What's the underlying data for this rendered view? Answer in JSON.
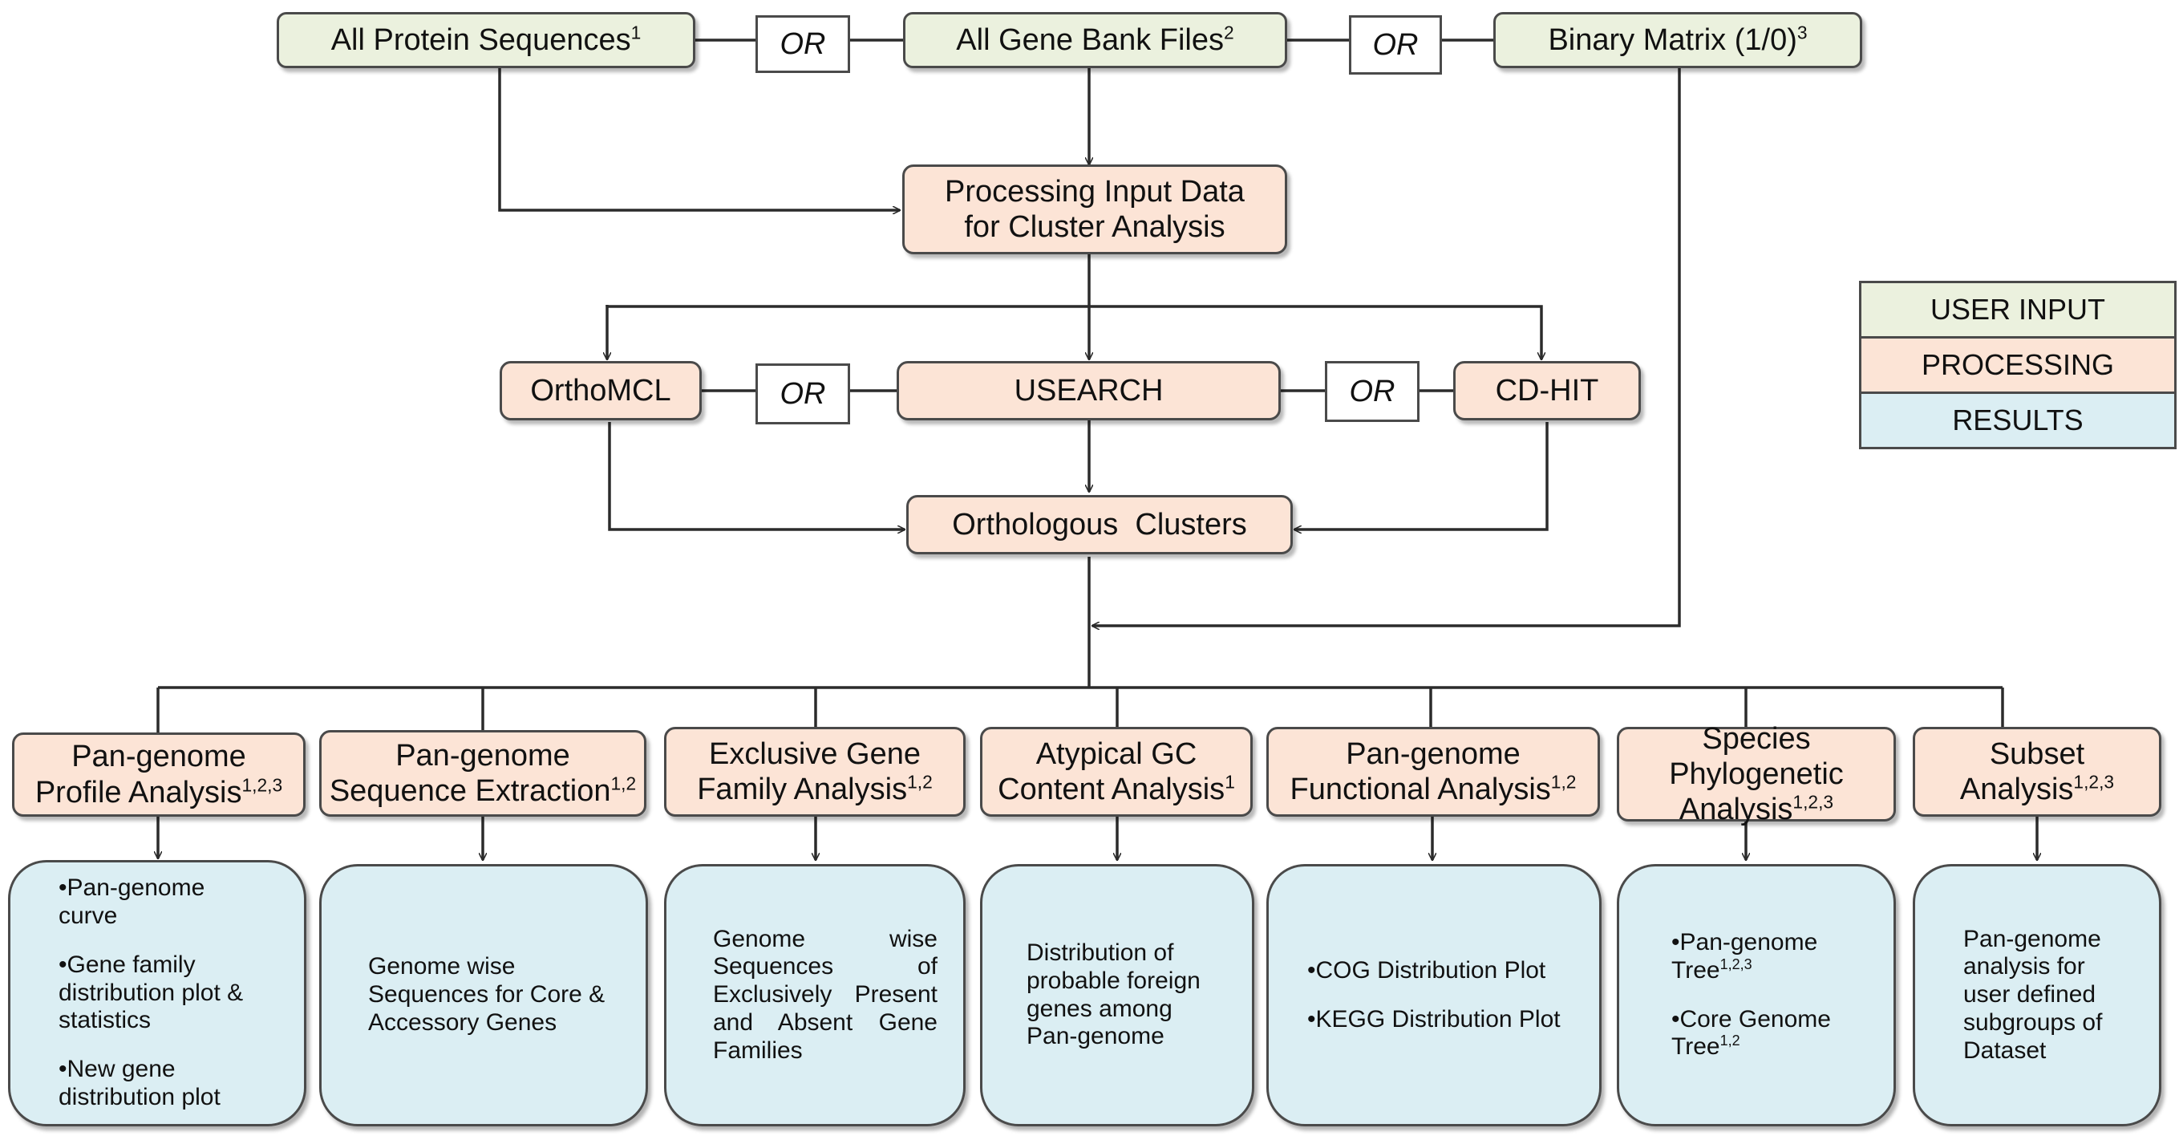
{
  "inputs": {
    "protein": {
      "label": "All Protein Sequences",
      "sup": "1"
    },
    "genebank": {
      "label": "All Gene Bank Files",
      "sup": "2"
    },
    "binary": {
      "label": "Binary Matrix (1/0)",
      "sup": "3"
    }
  },
  "or_label": "OR",
  "processing": {
    "input_data": {
      "line1": "Processing Input Data",
      "line2": "for Cluster Analysis"
    },
    "orthomcl": "OrthoMCL",
    "usearch": "USEARCH",
    "cdhit": "CD-HIT",
    "clusters": "Orthologous  Clusters"
  },
  "analyses": [
    {
      "line1": "Pan-genome",
      "line2": "Profile Analysis",
      "sup": "1,2,3"
    },
    {
      "line1": "Pan-genome",
      "line2": "Sequence Extraction",
      "sup": "1,2"
    },
    {
      "line1": "Exclusive Gene",
      "line2": "Family Analysis",
      "sup": "1,2"
    },
    {
      "line1": "Atypical GC",
      "line2": "Content Analysis",
      "sup": "1"
    },
    {
      "line1": "Pan-genome",
      "line2": "Functional Analysis",
      "sup": "1,2"
    },
    {
      "line1": "Species Phylogenetic",
      "line2": "Analysis",
      "sup": "1,2,3"
    },
    {
      "line1": "Subset",
      "line2": "Analysis",
      "sup": "1,2,3"
    }
  ],
  "results": {
    "profile": {
      "item1": "•Pan-genome curve",
      "item2": "•Gene family distribution plot & statistics",
      "item3": "•New gene distribution plot"
    },
    "extraction": "Genome wise Sequences for Core & Accessory Genes",
    "exclusive": "Genome wise Sequences of Exclusively Present and Absent Gene Families",
    "gc": "Distribution of probable foreign genes among Pan-genome",
    "functional": {
      "item1": "•COG Distribution Plot",
      "item2": "•KEGG Distribution Plot"
    },
    "phylo": {
      "item1": "•Pan-genome Tree",
      "sup1": "1,2,3",
      "item2": "•Core Genome Tree",
      "sup2": "1,2"
    },
    "subset": "Pan-genome analysis for user defined subgroups of Dataset"
  },
  "legend": {
    "user_input": "USER INPUT",
    "processing": "PROCESSING",
    "results": "RESULTS"
  },
  "colors": {
    "user_input": "#ebf1de",
    "processing": "#fce4d6",
    "results": "#dbeef3",
    "border": "#4a4a4a"
  }
}
